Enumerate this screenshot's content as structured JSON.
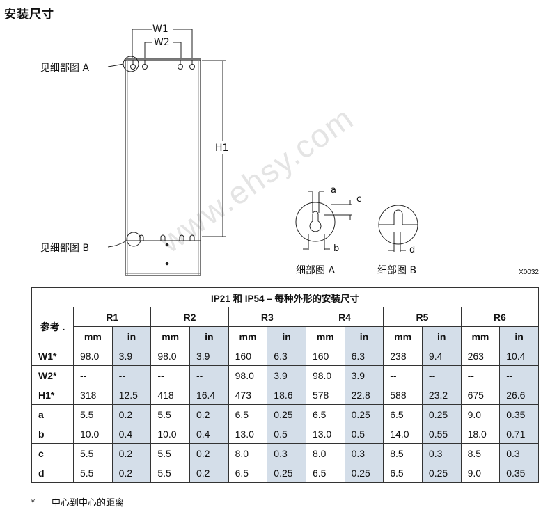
{
  "title": "安装尺寸",
  "diagram": {
    "labels": {
      "W1": "W1",
      "W2": "W2",
      "H1": "H1",
      "detail_a_callout": "见细部图 A",
      "detail_b_callout": "见细部图 B",
      "detail_a_caption": "细部图 A",
      "detail_b_caption": "细部图 B",
      "a": "a",
      "b": "b",
      "c": "c",
      "d": "d"
    },
    "figure_code": "X0032",
    "watermark": "www.ehsy.com"
  },
  "table": {
    "caption": "IP21 和 IP54 – 每种外形的安装尺寸",
    "ref_header": "参考 .",
    "frames": [
      "R1",
      "R2",
      "R3",
      "R4",
      "R5",
      "R6"
    ],
    "units": [
      "mm",
      "in"
    ],
    "rows": [
      {
        "label": "W1*",
        "values": [
          "98.0",
          "3.9",
          "98.0",
          "3.9",
          "160",
          "6.3",
          "160",
          "6.3",
          "238",
          "9.4",
          "263",
          "10.4"
        ]
      },
      {
        "label": "W2*",
        "values": [
          "--",
          "--",
          "--",
          "--",
          "98.0",
          "3.9",
          "98.0",
          "3.9",
          "--",
          "--",
          "--",
          "--"
        ]
      },
      {
        "label": "H1*",
        "values": [
          "318",
          "12.5",
          "418",
          "16.4",
          "473",
          "18.6",
          "578",
          "22.8",
          "588",
          "23.2",
          "675",
          "26.6"
        ]
      },
      {
        "label": "a",
        "values": [
          "5.5",
          "0.2",
          "5.5",
          "0.2",
          "6.5",
          "0.25",
          "6.5",
          "0.25",
          "6.5",
          "0.25",
          "9.0",
          "0.35"
        ]
      },
      {
        "label": "b",
        "values": [
          "10.0",
          "0.4",
          "10.0",
          "0.4",
          "13.0",
          "0.5",
          "13.0",
          "0.5",
          "14.0",
          "0.55",
          "18.0",
          "0.71"
        ]
      },
      {
        "label": "c",
        "values": [
          "5.5",
          "0.2",
          "5.5",
          "0.2",
          "8.0",
          "0.3",
          "8.0",
          "0.3",
          "8.5",
          "0.3",
          "8.5",
          "0.3"
        ]
      },
      {
        "label": "d",
        "values": [
          "5.5",
          "0.2",
          "5.5",
          "0.2",
          "6.5",
          "0.25",
          "6.5",
          "0.25",
          "6.5",
          "0.25",
          "9.0",
          "0.35"
        ]
      }
    ],
    "colors": {
      "in_column_bg": "#d4dee9",
      "border": "#333333"
    }
  },
  "footnote": {
    "marker": "*",
    "text": "中心到中心的距离"
  }
}
